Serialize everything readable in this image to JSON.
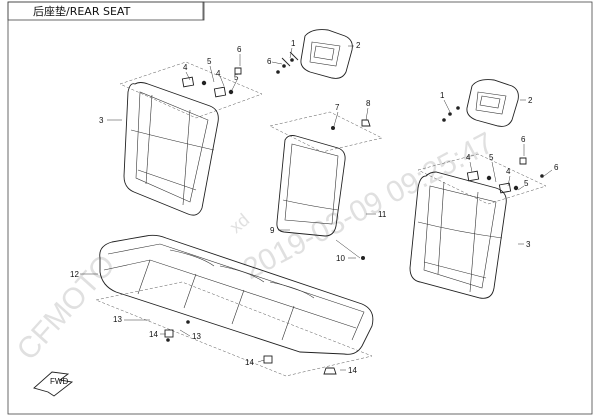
{
  "title": "后座垫/REAR SEAT",
  "watermark": {
    "brand": "CFMOTO",
    "stamp": "2019-03-09 09:25:47",
    "fragment": "xd"
  },
  "callouts": {
    "n1a": "1",
    "n2a": "2",
    "n3a": "3",
    "n4a": "4",
    "n5a": "5",
    "n6a": "6",
    "n6b": "6",
    "n5b": "5",
    "n7": "7",
    "n8": "8",
    "n9": "9",
    "n10": "10",
    "n11": "11",
    "n1b": "1",
    "n2b": "2",
    "n4b": "4",
    "n6c": "6",
    "n6d": "6",
    "n5c": "5",
    "n5d": "5",
    "n3b": "3",
    "n12": "12",
    "n13a": "13",
    "n14a": "14",
    "n13b": "13",
    "n14b": "14",
    "n14c": "14"
  },
  "fwd_label": "FWD"
}
